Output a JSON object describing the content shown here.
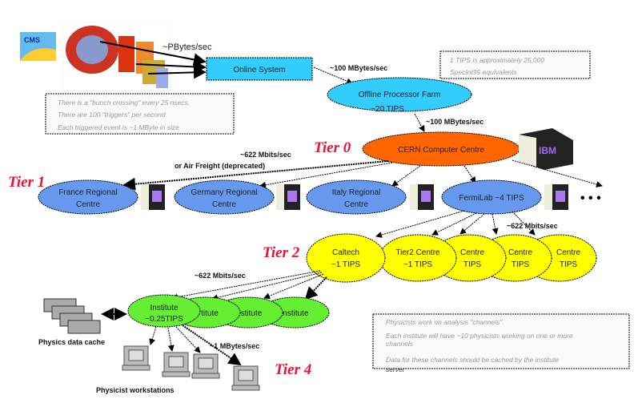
{
  "colors": {
    "online": "#33ccff",
    "offline": "#33ccff",
    "cern": "#ff6600",
    "tier1": "#6699ee",
    "tier2": "#ffff00",
    "institute": "#66ee33",
    "tier_label": "#ee1133"
  },
  "logo": "CMS",
  "rates": {
    "detector": "~PBytes/sec",
    "online_to_offline": "~100 MBytes/sec",
    "offline_to_cern": "~100 MBytes/sec",
    "cern_to_tier1": "~622 Mbits/sec",
    "cern_to_tier1_alt": "or Air Freight (deprecated)",
    "tier1_to_tier2": "~622 Mbits/sec",
    "tier2_to_institute": "~622 Mbits/sec",
    "institute_to_ws": "~1 MBytes/sec"
  },
  "online_system": "Online System",
  "offline_farm": {
    "name": "Offline Processor Farm",
    "power": "~20 TIPS"
  },
  "cern": "CERN Computer Centre",
  "server_badge": "IBM",
  "tiers": {
    "t0": "Tier 0",
    "t1": "Tier 1",
    "t2": "Tier 2",
    "t4": "Tier 4"
  },
  "tier1_centres": [
    {
      "line1": "France Regional",
      "line2": "Centre"
    },
    {
      "line1": "Germany Regional",
      "line2": "Centre"
    },
    {
      "line1": "Italy Regional",
      "line2": "Centre"
    },
    {
      "line1": "FermiLab ~4 TIPS",
      "line2": ""
    }
  ],
  "more": "• • •",
  "tier2_centres": [
    {
      "line1": "Caltech",
      "line2": "~1 TIPS"
    },
    {
      "line1": "Tier2 Centre",
      "line2": "~1 TIPS"
    },
    {
      "line1": "Centre",
      "line2": "TIPS"
    },
    {
      "line1": "Centre",
      "line2": "TIPS"
    },
    {
      "line1": "Centre",
      "line2": "TIPS"
    }
  ],
  "institutes": [
    {
      "line1": "Institute",
      "line2": "~0.25TIPS"
    },
    {
      "line1": "titute",
      "line2": ""
    },
    {
      "line1": "stitute",
      "line2": ""
    },
    {
      "line1": "Institute",
      "line2": ""
    }
  ],
  "cache_label": "Physics data cache",
  "workstations_label": "Physicist workstations",
  "notes": {
    "trigger": [
      "There is a \"bunch crossing\" every 25 nsecs.",
      "There are 100 \"triggers\" per second",
      "Each triggered event is ~1 MByte in size"
    ],
    "tips": [
      "1 TIPS is approximately 25,000",
      "SpecInt95 equivalents"
    ],
    "physicists": [
      "Physicists work on analysis \"channels\".",
      "Each institute will have ~10 physicists working on one or more",
      "channels",
      "Data for these channels should be cached by the institute",
      "server"
    ]
  }
}
